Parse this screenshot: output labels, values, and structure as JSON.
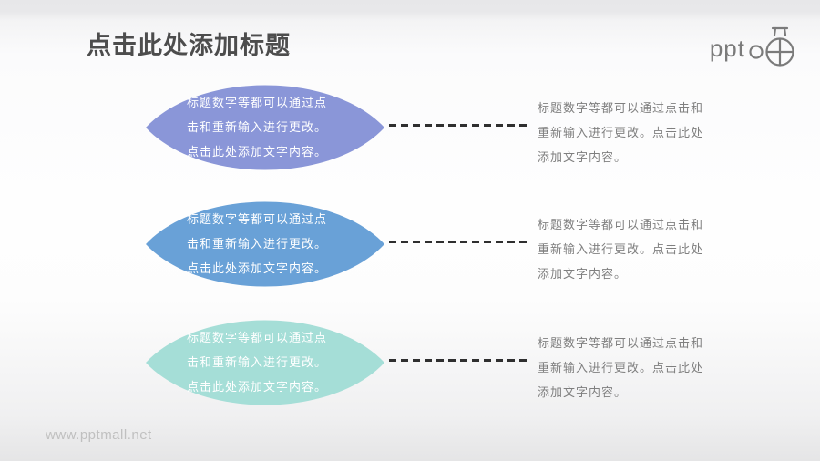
{
  "title": "点击此处添加标题",
  "logo": {
    "text": "ppt",
    "icon": "circle-crosshair-icon"
  },
  "watermark": "www.pptmall.net",
  "colors": {
    "title": "#4d4d4d",
    "logo": "#7b7b7b",
    "shape_text": "#ffffff",
    "note_text": "#7f7f7f",
    "dash": "#2f2f2f",
    "watermark": "#c0c0c0",
    "shape1": "#8a96d8",
    "shape2": "#69a1d7",
    "shape3": "#a5ded7"
  },
  "rows": [
    {
      "shape_lines": [
        "标题数字等都可以通过点",
        "击和重新输入进行更改。",
        "点击此处添加文字内容。"
      ],
      "note_lines": [
        "标题数字等都可以通过点击和",
        "重新输入进行更改。点击此处",
        "添加文字内容。"
      ]
    },
    {
      "shape_lines": [
        "标题数字等都可以通过点",
        "击和重新输入进行更改。",
        "点击此处添加文字内容。"
      ],
      "note_lines": [
        "标题数字等都可以通过点击和",
        "重新输入进行更改。点击此处",
        "添加文字内容。"
      ]
    },
    {
      "shape_lines": [
        "标题数字等都可以通过点",
        "击和重新输入进行更改。",
        "点击此处添加文字内容。"
      ],
      "note_lines": [
        "标题数字等都可以通过点击和",
        "重新输入进行更改。点击此处",
        "添加文字内容。"
      ]
    }
  ]
}
